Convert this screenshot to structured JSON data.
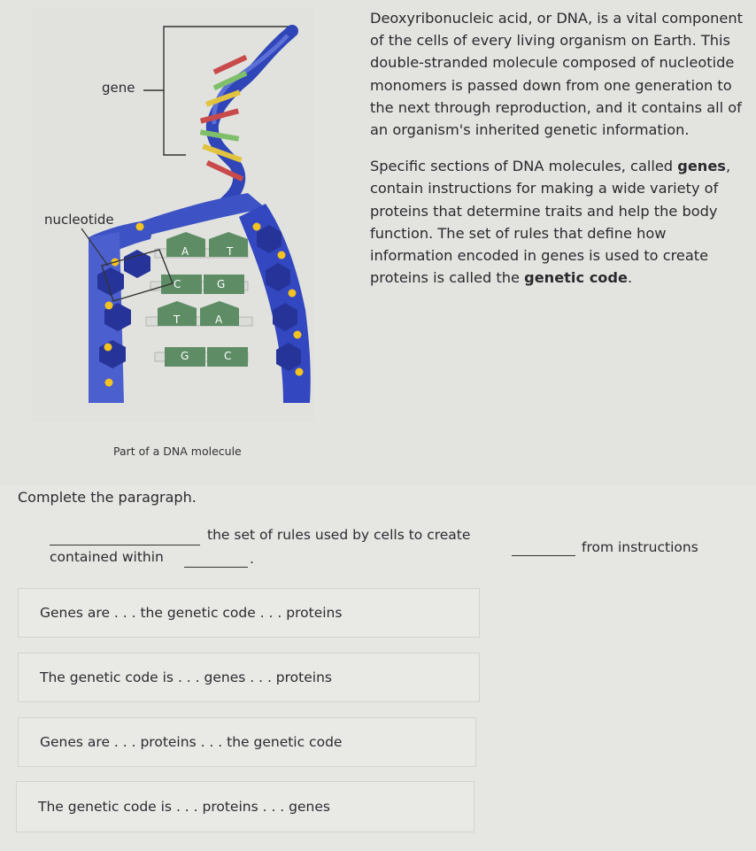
{
  "figure": {
    "gene_label": "gene",
    "nucleotide_label": "nucleotide",
    "caption": "Part of a DNA molecule",
    "bases": {
      "pair1_left": "A",
      "pair1_right": "T",
      "pair2_left": "C",
      "pair2_right": "G",
      "pair3_left": "T",
      "pair3_right": "A",
      "pair4_left": "G",
      "pair4_right": "C"
    }
  },
  "passage": {
    "para1": "Deoxyribonucleic acid, or DNA, is a vital component of the cells of every living organism on Earth. This double-stranded molecule composed of nucleotide monomers is passed down from one generation to the next through reproduction, and it contains all of an organism's inherited genetic information.",
    "para2_a": "Specific sections of DNA molecules, called ",
    "para2_b": "genes",
    "para2_c": ", contain instructions for making a wide variety of proteins that determine traits and help the body function. The set of rules that define how information encoded in genes is used to create proteins is called the ",
    "para2_d": "genetic code",
    "para2_e": "."
  },
  "question": {
    "prompt": "Complete the paragraph.",
    "segment1": "the set of rules used by cells to create",
    "segment2": "from instructions",
    "segment3": "contained within",
    "segment4": "."
  },
  "choices": [
    "Genes are . . . the genetic code . . . proteins",
    "The genetic code is . . . genes . . . proteins",
    "Genes are . . . proteins . . . the genetic code",
    "The genetic code is . . . proteins . . . genes"
  ],
  "colors": {
    "backbone": "#3d52c4",
    "backbone_dark": "#26349a",
    "phosphate": "#f2c321",
    "base": "#5e8d65"
  }
}
